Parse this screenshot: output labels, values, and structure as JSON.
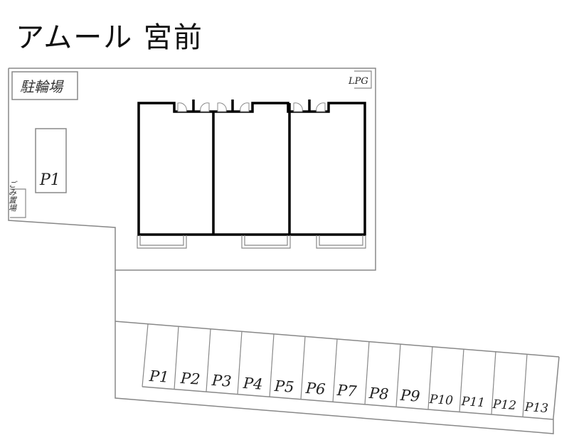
{
  "title": "アムール 宮前",
  "site": {
    "bicycle_parking_label": "駐輪場",
    "garbage_area_label": "ごみ置場",
    "lpg_label": "LPG",
    "upper_parking": [
      {
        "label": "P1"
      }
    ],
    "lower_parking": [
      {
        "label": "P1"
      },
      {
        "label": "P2"
      },
      {
        "label": "P3"
      },
      {
        "label": "P4"
      },
      {
        "label": "P5"
      },
      {
        "label": "P6"
      },
      {
        "label": "P7"
      },
      {
        "label": "P8"
      },
      {
        "label": "P9"
      },
      {
        "label": "P10"
      },
      {
        "label": "P11"
      },
      {
        "label": "P12"
      },
      {
        "label": "P13"
      }
    ],
    "building_units": 3
  },
  "colors": {
    "site_outline": "#888888",
    "building_wall": "#000000",
    "text": "#222222"
  }
}
